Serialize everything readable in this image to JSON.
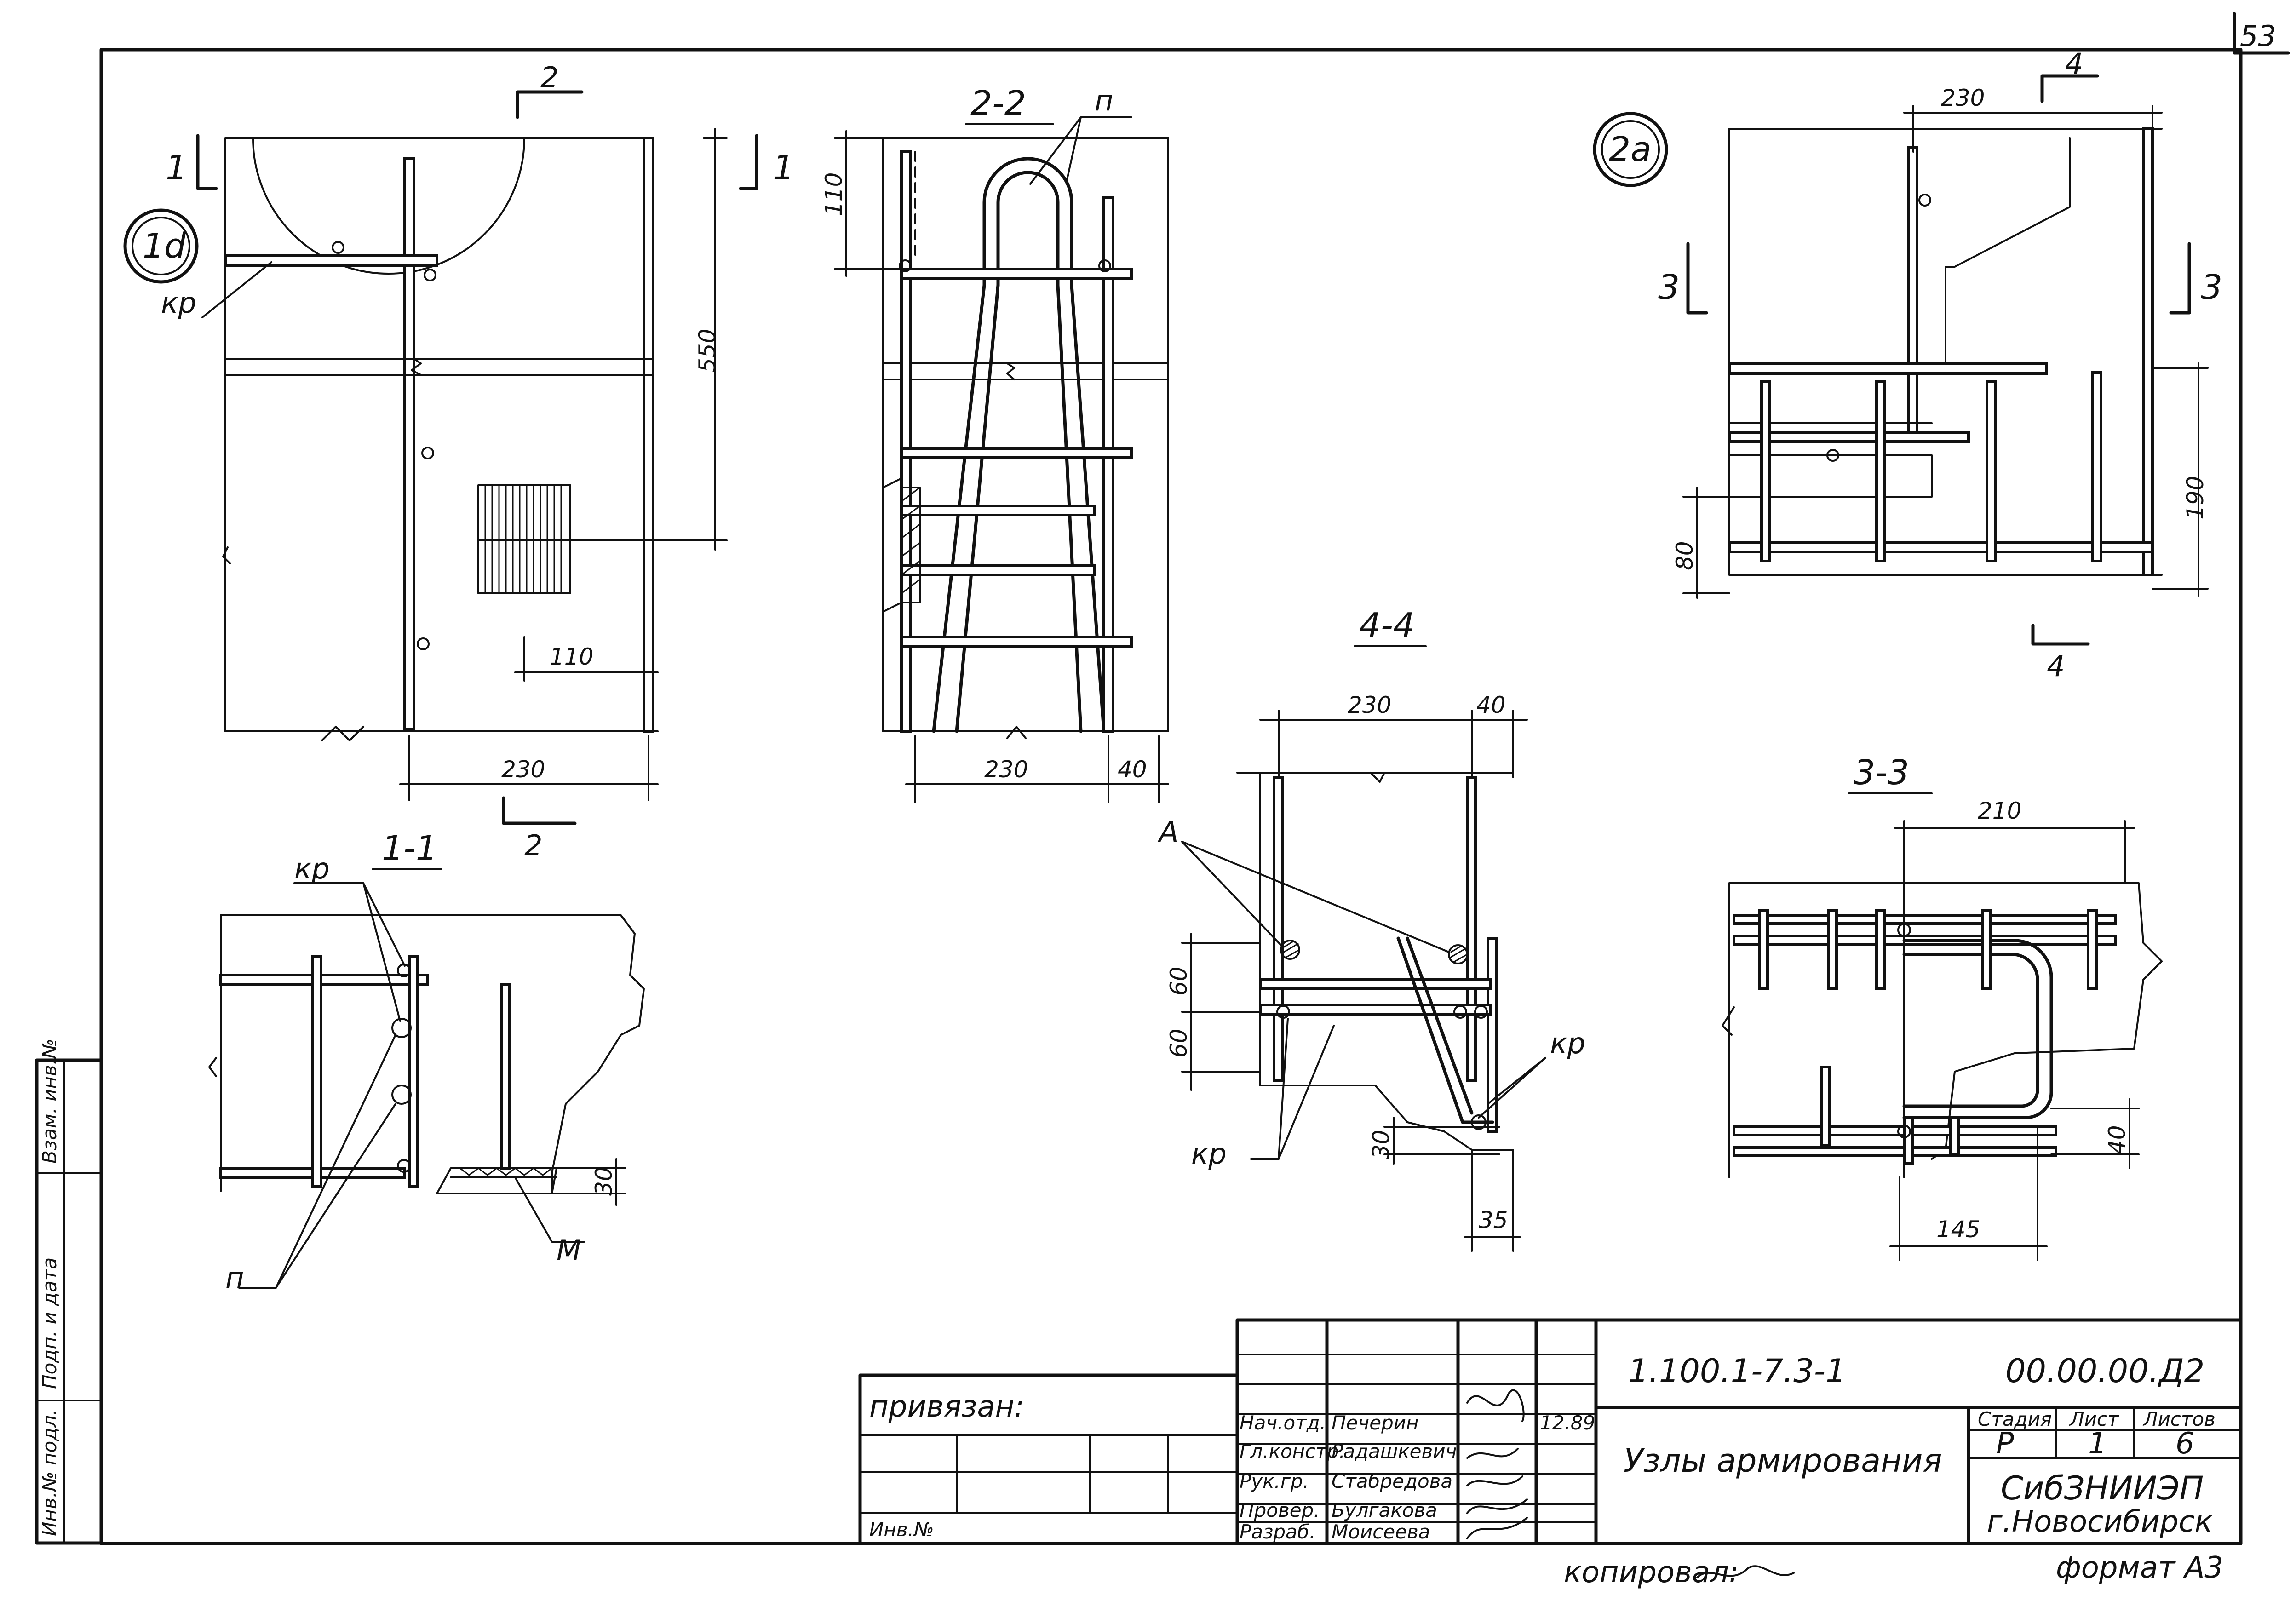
{
  "sheet": {
    "page_number": "53",
    "format_label": "формат А3",
    "copied_by_label": "копировал:"
  },
  "views": {
    "node_1a": {
      "id_label": "1d",
      "section_mark_top": "2",
      "section_mark_bottom": "2",
      "section_mark_left": "1",
      "section_mark_right": "1",
      "bar_label": "кр",
      "dim_height": "550",
      "dim_offset": "110",
      "dim_width": "230"
    },
    "section_2_2": {
      "title": "2-2",
      "bar_label": "п",
      "dim_top": "110",
      "dim_width": "230",
      "dim_edge": "40"
    },
    "section_1_1": {
      "title": "1-1",
      "bar_label_top": "кр",
      "bar_label_bottom": "п",
      "mark_label": "М",
      "dim_depth": "30"
    },
    "section_4_4": {
      "title": "4-4",
      "dim_width": "230",
      "dim_edge": "40",
      "dim_v1": "60",
      "dim_v2": "60",
      "dim_bottom": "30",
      "dim_foot": "35",
      "label_a": "А",
      "label_kp_right": "кр",
      "label_kp_left": "кр"
    },
    "node_2a": {
      "id_label": "2а",
      "section_mark_top": "4",
      "section_mark_bottom": "4",
      "section_mark_left": "3",
      "section_mark_right": "3",
      "dim_width": "230",
      "dim_height": "190",
      "dim_low": "80"
    },
    "section_3_3": {
      "title": "3-3",
      "dim_width": "210",
      "dim_bottom": "145",
      "dim_right": "40"
    }
  },
  "stamp": {
    "bound_label": "привязан:",
    "inv_label": "Инв.№",
    "left_strip": [
      "Инв.№ подл.",
      "Подп. и дата",
      "Взам. инв.№"
    ],
    "roles": [
      "Нач.отд.",
      "Гл.констр.",
      "Рук.гр.",
      "Провер.",
      "Разраб."
    ],
    "names": [
      "Печерин",
      "Радашкевич",
      "Стабредова",
      "Булгакова",
      "Моисеева"
    ],
    "date": "12.89",
    "series_code": "1.100.1-7.3-1",
    "doc_code": "00.00.00.Д2",
    "title": "Узлы армирования",
    "stage_header": "Стадия",
    "sheet_header": "Лист",
    "sheets_header": "Листов",
    "stage": "Р",
    "sheet": "1",
    "sheets": "6",
    "org_name": "СибЗНИИЭП",
    "org_city": "г.Новосибирск"
  }
}
